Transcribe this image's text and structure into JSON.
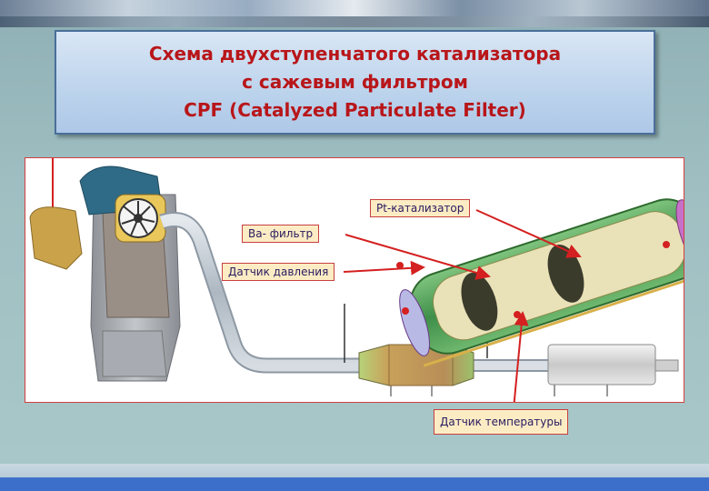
{
  "title": {
    "line1": "Схема двухступенчатого катализатора",
    "line2": "с сажевым фильтром",
    "line3": "CPF (Catalyzed Particulate Filter)"
  },
  "labels": {
    "pt_catalyst": "Pt-катализатор",
    "ba_filter": "Ba- фильтр",
    "pressure_sensor": "Датчик давления",
    "temperature_sensor": "Датчик температуры"
  },
  "colors": {
    "title_text": "#b8161a",
    "label_border": "#c84040",
    "arrow": "#d42020",
    "filter_body": "#5aa860",
    "pipe": "#bcc6cf"
  }
}
